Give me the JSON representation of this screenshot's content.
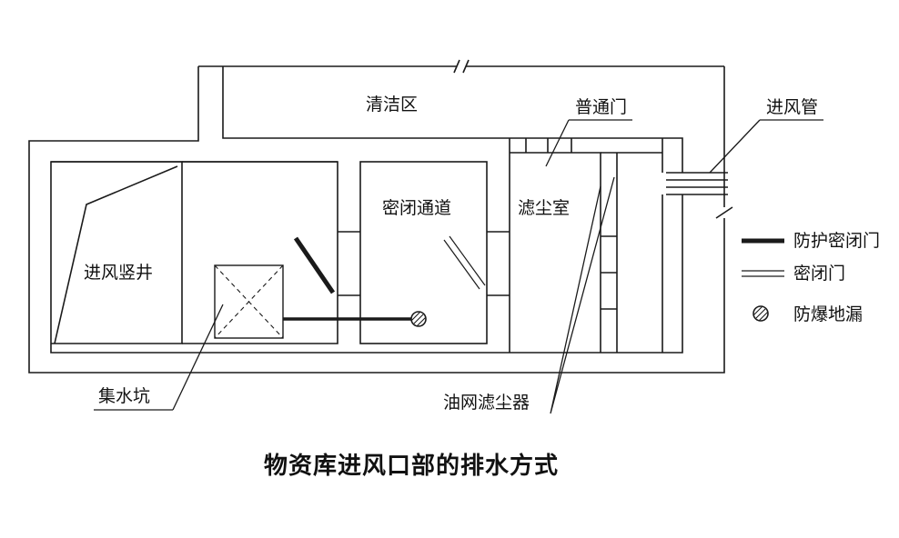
{
  "title": "物资库进风口部的排水方式",
  "rooms": {
    "clean_area": "清洁区",
    "intake_shaft": "进风竖井",
    "airtight_passage": "密闭通道",
    "dust_filter_room": "滤尘室"
  },
  "callouts": {
    "ordinary_door": "普通门",
    "intake_pipe": "进风管",
    "sump_pit": "集水坑",
    "oil_net_filter": "油网滤尘器"
  },
  "legend": {
    "items": [
      {
        "label": "防护密闭门",
        "symbol": "thick-line"
      },
      {
        "label": "密闭门",
        "symbol": "double-line"
      },
      {
        "label": "防爆地漏",
        "symbol": "blast-drain"
      }
    ]
  },
  "colors": {
    "line": "#1a1a1a",
    "background": "#ffffff"
  }
}
